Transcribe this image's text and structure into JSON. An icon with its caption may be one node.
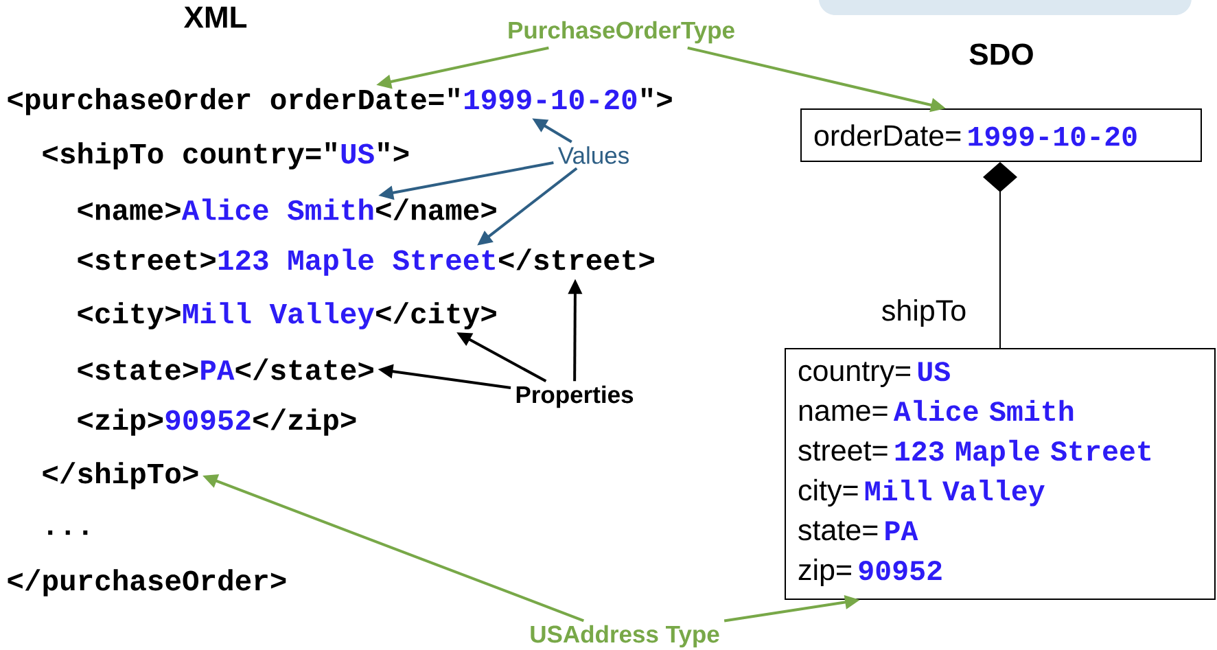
{
  "diagram": {
    "nodes": [
      {
        "text": [
          "PurchaseOrderType"
        ]
      },
      {
        "text": [
          "<purchaseOrder orderDate=\"",
          "1999-10-20",
          "\">"
        ]
      },
      {
        "text": [
          "<shipTo country=\"",
          "US",
          "\">"
        ]
      },
      {
        "text": [
          "<name>",
          "Alice Smith",
          "</name>"
        ]
      },
      {
        "text": [
          "<street>",
          "123 Maple Street",
          "</street>"
        ]
      },
      {
        "text": [
          "<city>",
          "Mill Valley",
          "</city>"
        ]
      },
      {
        "text": [
          "<state>",
          "PA",
          "</state>"
        ]
      },
      {
        "text": [
          "<zip>",
          "90952",
          "</zip>"
        ]
      },
      {
        "text": [
          "</shipTo>"
        ]
      },
      {
        "text": [
          "Values"
        ]
      },
      {
        "text": [
          "Properties"
        ]
      },
      {
        "text": [
          "USAddress Type"
        ]
      },
      {
        "text": [
          "orderDate=",
          "1999-10-20"
        ]
      },
      {
        "text": [
          "country=",
          "US",
          "name=",
          "Alice Smith",
          "street=",
          "123 Maple Street",
          "city=",
          "Mill Valley",
          "state=",
          "PA",
          "zip=",
          "90952"
        ]
      },
      {
        "text": [],
        "shape": "box"
      }
    ],
    "edges": [
      {
        "from": 0,
        "to": 1,
        "arrow": "to",
        "color": "#78a848"
      },
      {
        "from": 0,
        "to": 12,
        "arrow": "to",
        "color": "#78a848"
      },
      {
        "from": 9,
        "to": 1,
        "arrow": "to",
        "color": "#2e5f85"
      },
      {
        "from": 9,
        "to": 3,
        "arrow": "to",
        "color": "#2e5f85"
      },
      {
        "from": 9,
        "to": 4,
        "arrow": "to",
        "color": "#2e5f85"
      },
      {
        "from": 10,
        "to": 5,
        "arrow": "to",
        "color": "#000000"
      },
      {
        "from": 10,
        "to": 6,
        "arrow": "to",
        "color": "#000000"
      },
      {
        "from": 10,
        "to": 4,
        "arrow": "to",
        "color": "#000000"
      },
      {
        "from": 11,
        "to": 8,
        "arrow": "to",
        "color": "#78a848"
      },
      {
        "from": 11,
        "to": 13,
        "arrow": "to",
        "color": "#78a848"
      },
      {
        "from": 13,
        "to": 12,
        "arrow": "other",
        "label": "shipTo",
        "color": "#000000"
      }
    ],
    "labels": [
      "XML",
      "SDO",
      "...",
      "</purchaseOrder>"
    ]
  }
}
